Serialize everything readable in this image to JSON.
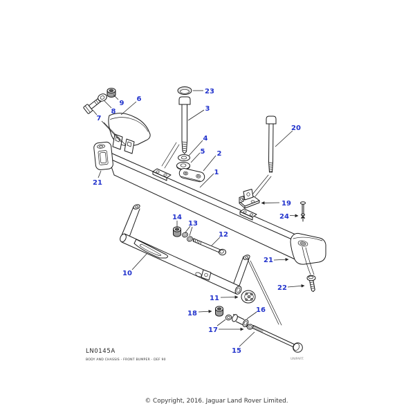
{
  "diagram": {
    "code": "LN0145A",
    "caption": "BODY AND CHASSIS - FRONT BUMPER - DEF 90",
    "brand": "UNIPART.",
    "copyright": "© Copyright, 2016. Jaguar Land Rover Limited.",
    "colors": {
      "callout": "#2233cc",
      "line": "#1a1a1a",
      "background": "#ffffff"
    },
    "callouts": {
      "1": "1",
      "2": "2",
      "3": "3",
      "4": "4",
      "5": "5",
      "6": "6",
      "7": "7",
      "8": "8",
      "9": "9",
      "10": "10",
      "11": "11",
      "12": "12",
      "13": "13",
      "14": "14",
      "15": "15",
      "16": "16",
      "17": "17",
      "18": "18",
      "19": "19",
      "20": "20",
      "21": "21",
      "22": "22",
      "23": "23",
      "24": "24"
    }
  }
}
